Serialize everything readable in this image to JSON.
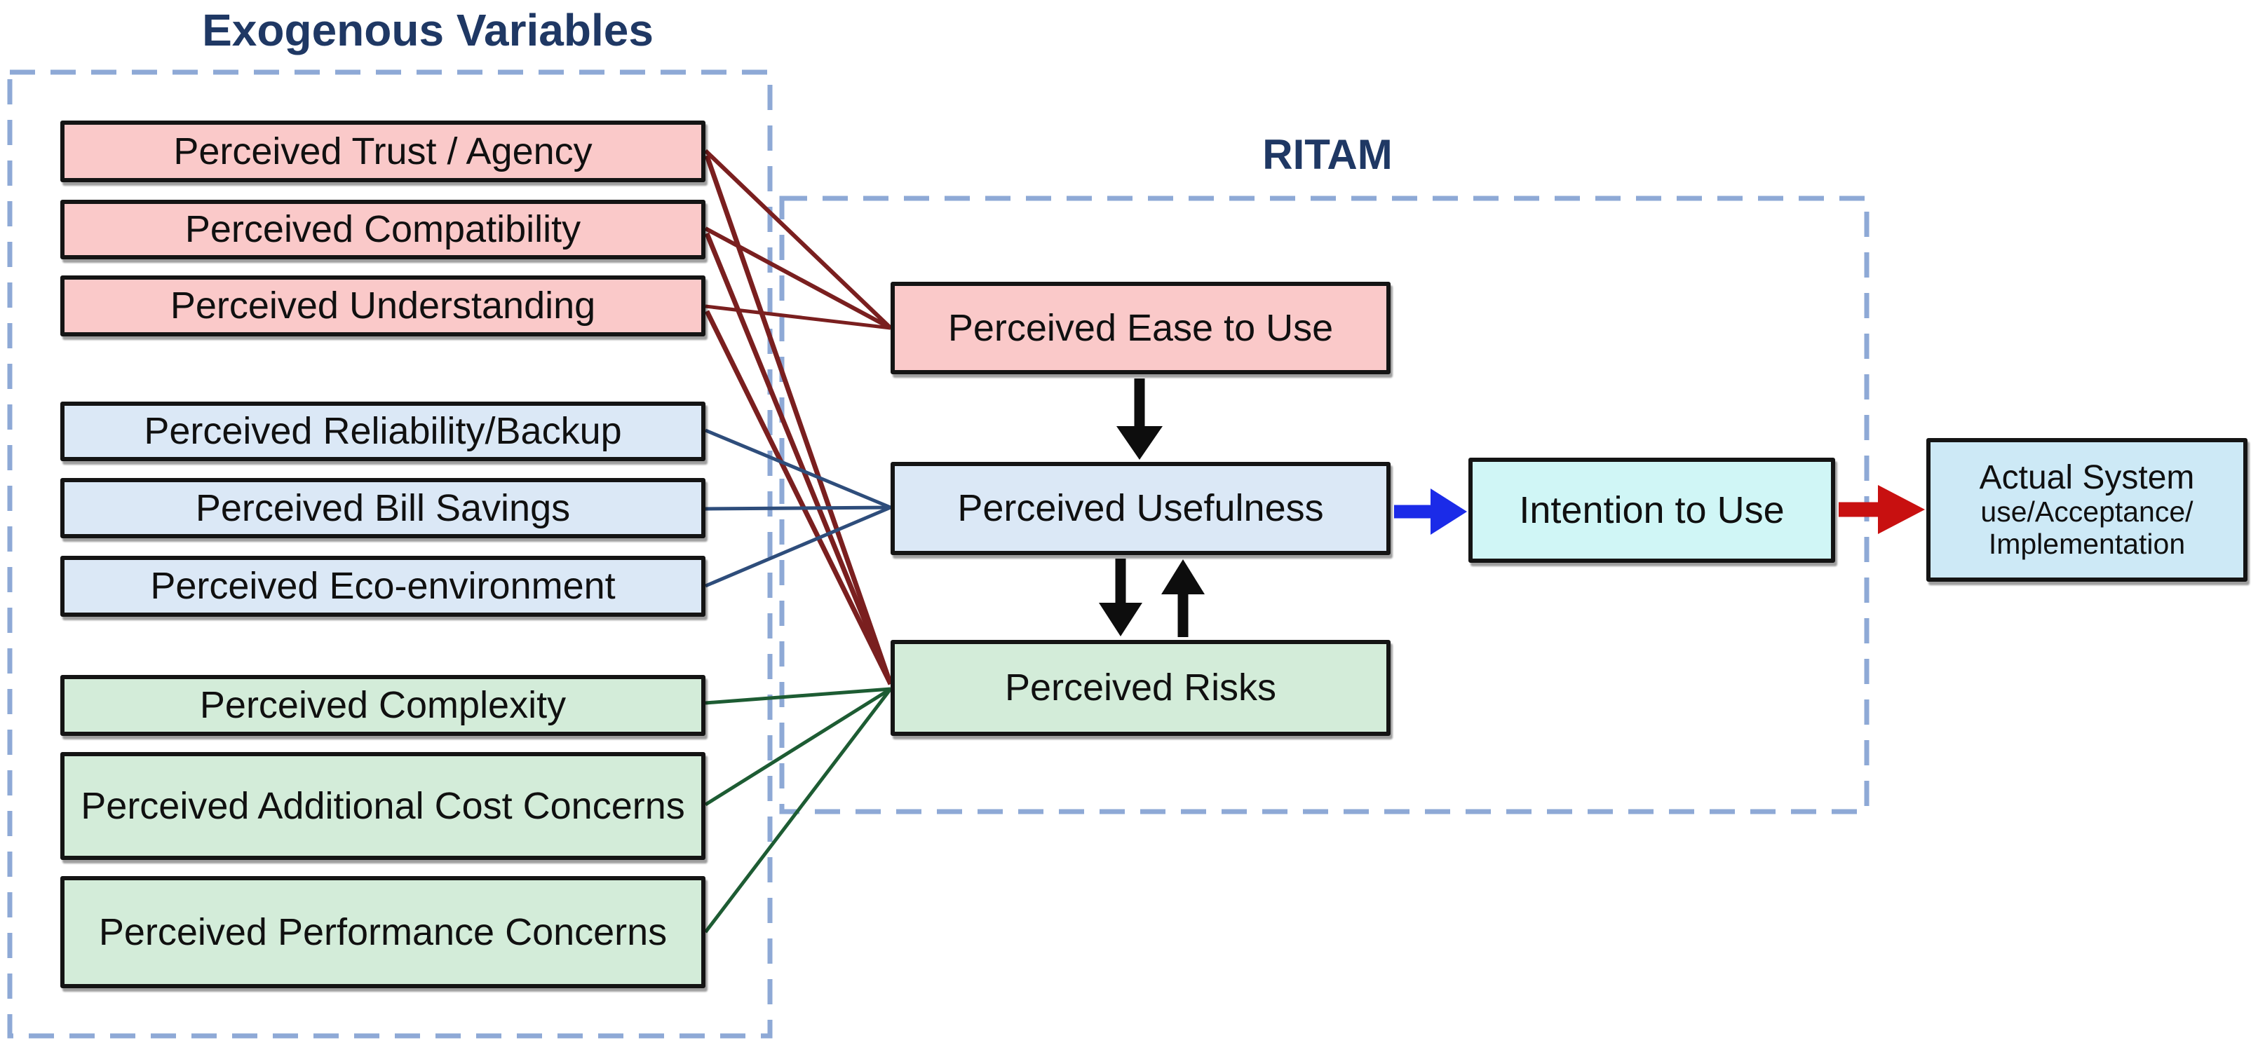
{
  "diagram": {
    "exogenous": {
      "title": "Exogenous Variables",
      "groups": [
        {
          "name": "ease-antecedents",
          "items": [
            "Perceived Trust / Agency",
            "Perceived Compatibility",
            "Perceived Understanding"
          ]
        },
        {
          "name": "usefulness-antecedents",
          "items": [
            "Perceived Reliability/Backup",
            "Perceived Bill Savings",
            "Perceived Eco-environment"
          ]
        },
        {
          "name": "risk-antecedents",
          "items": [
            "Perceived Complexity",
            "Perceived Additional Cost Concerns",
            "Perceived Performance Concerns"
          ]
        }
      ]
    },
    "ritam": {
      "title": "RITAM",
      "nodes": {
        "ease": "Perceived Ease to Use",
        "usefulness": "Perceived Usefulness",
        "risks": "Perceived Risks",
        "intention": "Intention to Use"
      }
    },
    "outcome": {
      "line1": "Actual System",
      "line2": "use/Acceptance/",
      "line3": "Implementation"
    },
    "edges": [
      {
        "from": "Perceived Trust / Agency",
        "to": "Perceived Ease to Use",
        "color": "maroon",
        "type": "line"
      },
      {
        "from": "Perceived Compatibility",
        "to": "Perceived Ease to Use",
        "color": "maroon",
        "type": "line"
      },
      {
        "from": "Perceived Understanding",
        "to": "Perceived Ease to Use",
        "color": "maroon",
        "type": "line"
      },
      {
        "from": "Perceived Trust / Agency",
        "to": "Perceived Risks",
        "color": "maroon",
        "type": "line"
      },
      {
        "from": "Perceived Compatibility",
        "to": "Perceived Risks",
        "color": "maroon",
        "type": "line"
      },
      {
        "from": "Perceived Understanding",
        "to": "Perceived Risks",
        "color": "maroon",
        "type": "line"
      },
      {
        "from": "Perceived Reliability/Backup",
        "to": "Perceived Usefulness",
        "color": "navy",
        "type": "line"
      },
      {
        "from": "Perceived Bill Savings",
        "to": "Perceived Usefulness",
        "color": "navy",
        "type": "line"
      },
      {
        "from": "Perceived Eco-environment",
        "to": "Perceived Usefulness",
        "color": "navy",
        "type": "line"
      },
      {
        "from": "Perceived Complexity",
        "to": "Perceived Risks",
        "color": "green",
        "type": "line"
      },
      {
        "from": "Perceived Additional Cost Concerns",
        "to": "Perceived Risks",
        "color": "green",
        "type": "line"
      },
      {
        "from": "Perceived Performance Concerns",
        "to": "Perceived Risks",
        "color": "green",
        "type": "line"
      },
      {
        "from": "Perceived Ease to Use",
        "to": "Perceived Usefulness",
        "color": "black",
        "type": "arrow"
      },
      {
        "from": "Perceived Usefulness",
        "to": "Perceived Risks",
        "color": "black",
        "type": "arrow"
      },
      {
        "from": "Perceived Risks",
        "to": "Perceived Usefulness",
        "color": "black",
        "type": "arrow"
      },
      {
        "from": "Perceived Usefulness",
        "to": "Intention to Use",
        "color": "blue",
        "type": "arrow"
      },
      {
        "from": "Intention to Use",
        "to": "Actual System use/Acceptance/Implementation",
        "color": "red",
        "type": "arrow"
      }
    ],
    "colors": {
      "pink_fill": "#fac9c9",
      "blue_fill": "#dbe8f6",
      "green_fill": "#d3ecd9",
      "cyan_fill": "#d0f6f6",
      "sky_fill": "#cde9f6",
      "dashed_border": "#8ea9d6",
      "title_navy": "#1f3864",
      "maroon_line": "#7a1f1f",
      "navy_line": "#2e4d7b",
      "green_line": "#1d5c33",
      "black_arrow": "#0d0d0d",
      "blue_arrow": "#1b2be8",
      "red_arrow": "#c81010"
    }
  }
}
